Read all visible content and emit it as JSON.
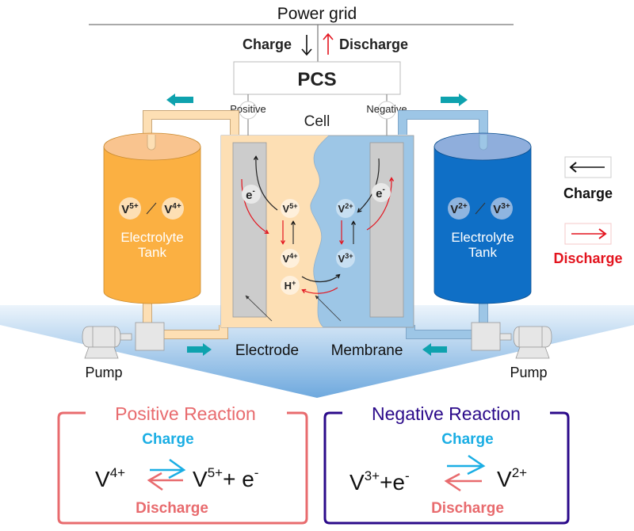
{
  "title": "Power grid",
  "grid_flow": {
    "charge_label": "Charge",
    "discharge_label": "Discharge"
  },
  "pcs_label": "PCS",
  "cell_label": "Cell",
  "terminals": {
    "positive": "Positive",
    "negative": "Negative"
  },
  "positive_tank": {
    "ion_a": "V",
    "ion_a_sup": "5+",
    "ion_b": "V",
    "ion_b_sup": "4+",
    "line1": "Electrolyte",
    "line2": "Tank",
    "body_color": "#FBB042",
    "top_color": "#F9C48F"
  },
  "negative_tank": {
    "ion_a": "V",
    "ion_a_sup": "2+",
    "ion_b": "V",
    "ion_b_sup": "3+",
    "line1": "Electrolyte",
    "line2": "Tank",
    "body_color": "#0F6FC6",
    "top_color": "#8FAEDC"
  },
  "cell": {
    "positive_side_color": "#FDDFB4",
    "negative_side_color": "#9DC6E6",
    "electrode_color": "#CCCCCC",
    "ions": {
      "e_left": {
        "base": "e",
        "sup": "-"
      },
      "e_right": {
        "base": "e",
        "sup": "-"
      },
      "v5": {
        "base": "V",
        "sup": "5+"
      },
      "v4": {
        "base": "V",
        "sup": "4+"
      },
      "v2": {
        "base": "V",
        "sup": "2+"
      },
      "v3": {
        "base": "V",
        "sup": "3+"
      },
      "h": {
        "base": "H",
        "sup": "+"
      }
    }
  },
  "legend": {
    "charge_label": "Charge",
    "discharge_label": "Discharge",
    "charge_color": "#111111",
    "discharge_color": "#E3141E"
  },
  "labels": {
    "electrode": "Electrode",
    "membrane": "Membrane",
    "pump_left": "Pump",
    "pump_right": "Pump"
  },
  "flow_arrow_color": "#0EA2AE",
  "positive_reaction": {
    "title": "Positive Reaction",
    "charge": "Charge",
    "discharge": "Discharge",
    "left": {
      "base": "V",
      "sup": "4+"
    },
    "right": {
      "base": "V",
      "sup": "5+",
      "tail": "+ e",
      "tail_sup": "-"
    },
    "border_color": "#E86B6E"
  },
  "negative_reaction": {
    "title": "Negative Reaction",
    "charge": "Charge",
    "discharge": "Discharge",
    "left": {
      "base": "V",
      "sup": "3+",
      "tail": "+e",
      "tail_sup": "-"
    },
    "right": {
      "base": "V",
      "sup": "2+"
    },
    "border_color": "#2B0A8A"
  },
  "reaction_charge_color": "#1BAEE4",
  "reaction_discharge_color": "#E86B6E"
}
